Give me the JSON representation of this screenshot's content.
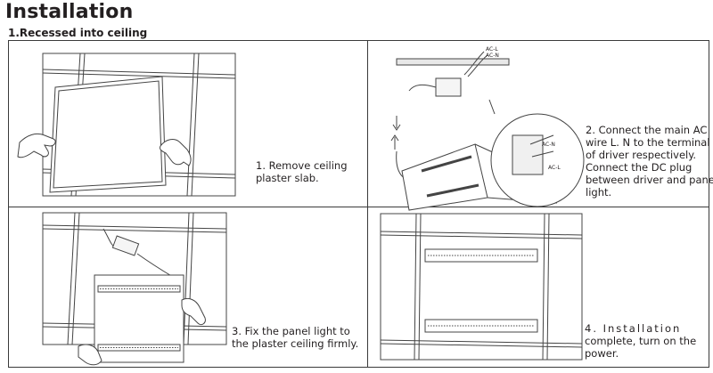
{
  "header": {
    "title": "Installation",
    "subtitle": "1.Recessed into ceiling"
  },
  "steps": [
    {
      "id": "step1",
      "lines": [
        "1. Remove ceiling",
        "plaster slab."
      ]
    },
    {
      "id": "step2",
      "lines": [
        "2. Connect the main AC",
        "wire L. N to the terminal",
        "of driver respectively.",
        "Connect the DC plug",
        "between driver and panel",
        "light."
      ]
    },
    {
      "id": "step3",
      "lines": [
        "3. Fix the panel light to",
        "the plaster ceiling firmly."
      ]
    },
    {
      "id": "step4",
      "lines": [
        "4. Installation",
        "complete, turn on the",
        "power."
      ]
    }
  ],
  "diagram_labels": {
    "ac_l": "AC-L",
    "ac_n": "AC-N"
  },
  "icons": [
    "hand-icon",
    "driver-icon",
    "panel-light-icon",
    "arrow-icon"
  ]
}
